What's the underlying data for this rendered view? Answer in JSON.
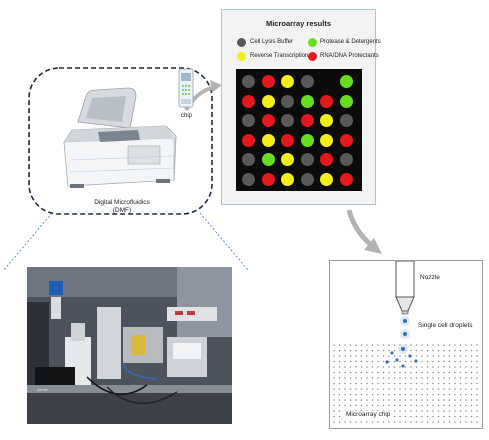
{
  "microarray_panel": {
    "title": "Microarray results",
    "legend": [
      {
        "label": "Cell Lysis Buffer",
        "color": "#595959"
      },
      {
        "label": "Protease & Detergents",
        "color": "#66dd1e"
      },
      {
        "label": "Reverse Transcription",
        "color": "#f2ee18"
      },
      {
        "label": "RNA/DNA Protectants",
        "color": "#e3191d"
      }
    ],
    "grid_rows": [
      [
        "grey",
        "red",
        "yellow",
        "grey",
        "empty",
        "green"
      ],
      [
        "red",
        "yellow",
        "grey",
        "green",
        "red",
        "green"
      ],
      [
        "grey",
        "red",
        "grey",
        "red",
        "yellow",
        "grey"
      ],
      [
        "red",
        "yellow",
        "red",
        "green",
        "yellow",
        "red"
      ],
      [
        "grey",
        "green",
        "yellow",
        "grey",
        "red",
        "grey"
      ],
      [
        "grey",
        "red",
        "yellow",
        "grey",
        "yellow",
        "red"
      ]
    ]
  },
  "device": {
    "chip_label": "chip",
    "name_line1": "Digital Microfluidics",
    "name_line2": "(DMF)"
  },
  "dispensing": {
    "nozzle_label": "Nozzle",
    "droplets_label": "Single cell droplets",
    "chip_label": "Microarray chip"
  },
  "photo": {
    "brand_label": "Alexis"
  },
  "colors": {
    "grey": "#595959",
    "red": "#e3191d",
    "yellow": "#f2ee18",
    "green": "#66dd1e",
    "empty": "#0b0b0b",
    "dashed_outline": "#1f2a44",
    "panel_border": "#a8c4df",
    "arrow": "#b3b3b3"
  }
}
